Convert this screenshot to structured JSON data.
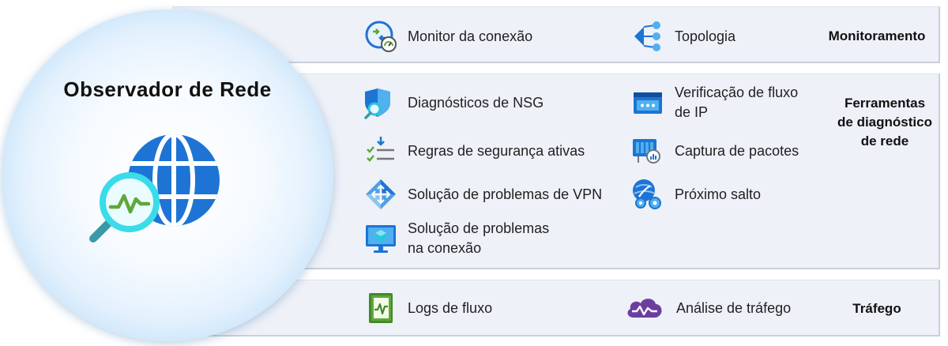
{
  "hero": {
    "title": "Observador de Rede"
  },
  "monitoring": {
    "category": "Monitoramento",
    "items": [
      {
        "label": "Monitor da conexão",
        "icon": "connection-monitor-icon"
      },
      {
        "label": "Topologia",
        "icon": "topology-icon"
      }
    ]
  },
  "diagnostics": {
    "category_lines": [
      "Ferramentas",
      "de diagnóstico",
      "de rede"
    ],
    "items": [
      {
        "label": "Diagnósticos de NSG",
        "icon": "nsg-diagnostics-icon"
      },
      {
        "label_lines": [
          "Verificação de fluxo",
          "de IP"
        ],
        "icon": "ip-flow-verify-icon"
      },
      {
        "label": "Regras de segurança ativas",
        "icon": "security-rules-icon"
      },
      {
        "label": "Captura de pacotes",
        "icon": "packet-capture-icon"
      },
      {
        "label": "Solução de problemas de VPN",
        "icon": "vpn-troubleshoot-icon"
      },
      {
        "label": "Próximo salto",
        "icon": "next-hop-icon"
      },
      {
        "label_lines": [
          "Solução de problemas",
          "na conexão"
        ],
        "icon": "connection-troubleshoot-icon"
      }
    ]
  },
  "traffic": {
    "category": "Tráfego",
    "items": [
      {
        "label": "Logs de fluxo",
        "icon": "flow-logs-icon"
      },
      {
        "label": "Análise de tráfego",
        "icon": "traffic-analytics-icon"
      }
    ]
  },
  "colors": {
    "band_bg": "#eef1f8",
    "azure_blue": "#1e74d4",
    "accent_green": "#5ea83a",
    "traffic_purple": "#6a3fa0"
  }
}
